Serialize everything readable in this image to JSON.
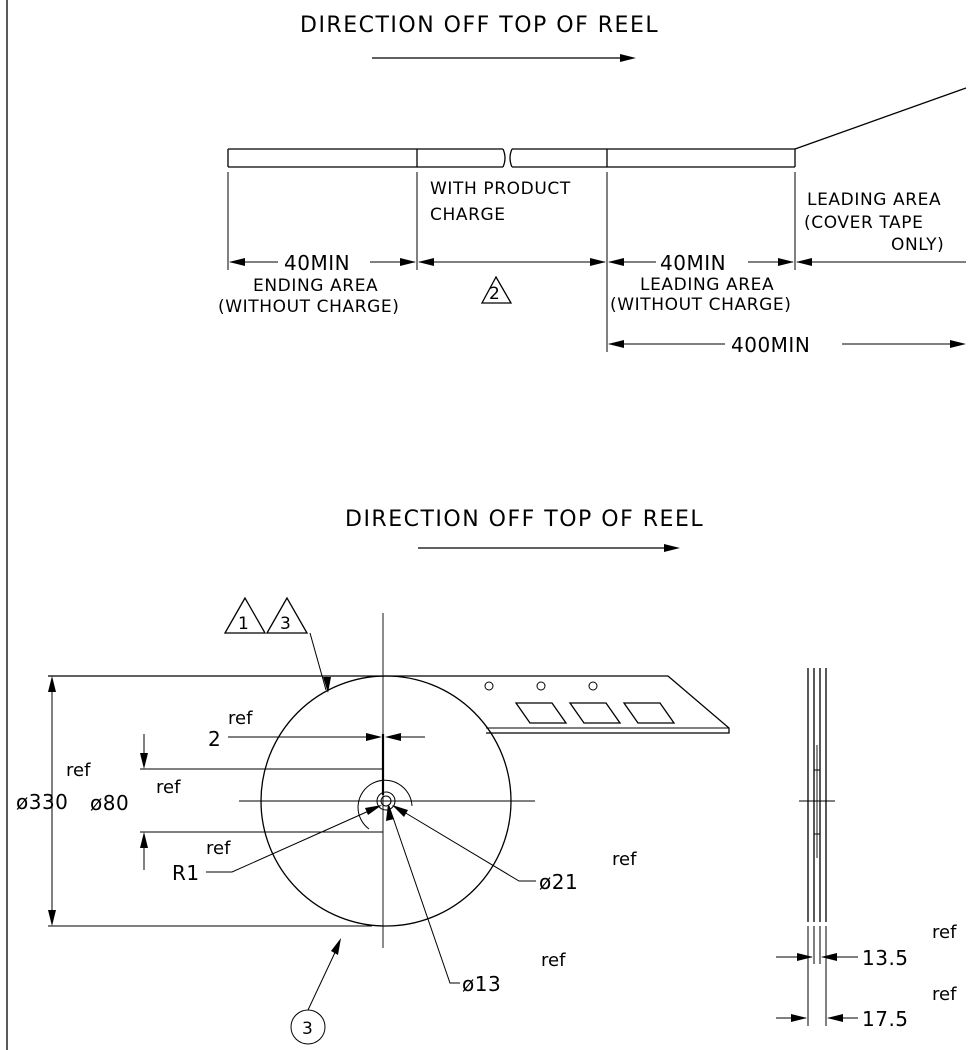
{
  "tape_diagram": {
    "direction": "DIRECTION OFF TOP OF REEL",
    "ending_dim": "40MIN",
    "ending_area_line1": "ENDING AREA",
    "ending_area_line2": "(WITHOUT CHARGE)",
    "product_line1": "WITH PRODUCT",
    "product_line2": "CHARGE",
    "product_note_number": "2",
    "leading_dim": "40MIN",
    "leading_area_line1": "LEADING AREA",
    "leading_area_line2": "(WITHOUT CHARGE)",
    "leader_line1": "LEADING AREA",
    "leader_line2": "(COVER TAPE",
    "leader_line3": "ONLY)",
    "leader_dim": "400MIN"
  },
  "reel_diagram": {
    "direction": "DIRECTION OFF TOP OF REEL",
    "note_number_a": "1",
    "note_number_b": "3",
    "circle_note_number": "3",
    "slot_width": "2",
    "outer_diameter": "ø330",
    "hub_diameter": "ø80",
    "radius": "R1",
    "arbor_diameter": "ø21",
    "center_hole_diameter": "ø13",
    "ref_label": "ref"
  },
  "side_view": {
    "inner_width": "13.5",
    "outer_width": "17.5",
    "ref_label": "ref"
  }
}
